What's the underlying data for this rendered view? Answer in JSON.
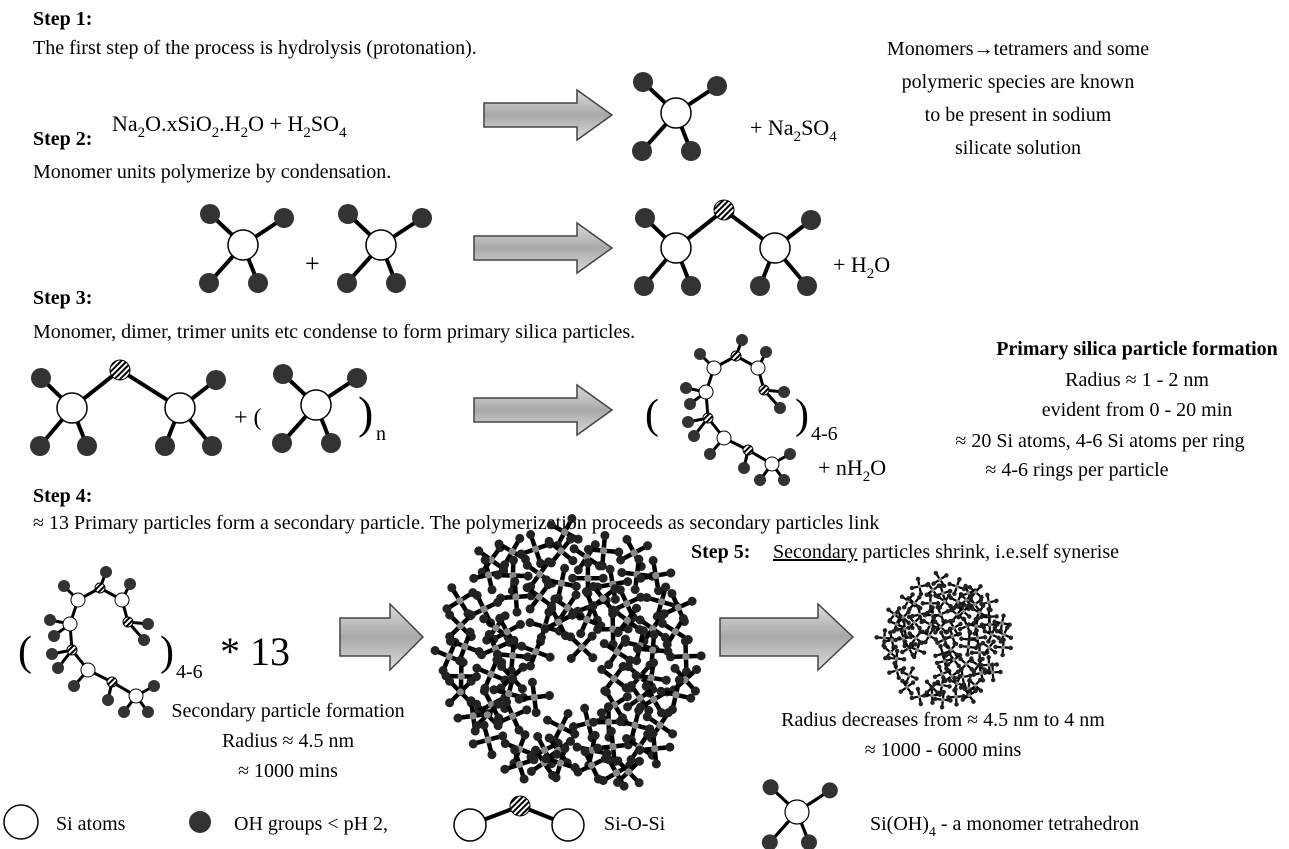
{
  "step1": {
    "heading": "Step 1:",
    "text": "The first step of the process is hydrolysis (protonation).",
    "equation": [
      "Na",
      "2",
      "O.xSiO",
      "2",
      ".H",
      "2",
      "O + H",
      "2",
      "SO",
      "4"
    ],
    "product": [
      "+ Na",
      "2",
      "SO",
      "4"
    ],
    "note": [
      "Monomers→tetramers and some",
      "polymeric species are known",
      "to be present in sodium",
      "silicate solution"
    ]
  },
  "step2": {
    "heading": "Step 2:",
    "text": "Monomer units polymerize by condensation.",
    "plus": "+",
    "product": [
      "+ H",
      "2",
      "O"
    ]
  },
  "step3": {
    "heading": "Step 3:",
    "text": "Monomer, dimer, trimer units etc condense to form primary silica particles.",
    "plus_paren": "+ (",
    "close_paren": ")",
    "n_sub": "n",
    "open_paren": "(",
    "ring_sub": "4-6",
    "water": [
      "+ nH",
      "2",
      "O"
    ],
    "info": {
      "title": "Primary silica particle formation",
      "lines": [
        "Radius  ≈ 1 - 2 nm",
        "evident from 0 - 20 min",
        "≈ 20 Si atoms,  4-6 Si atoms per ring",
        "≈ 4-6 rings per particle"
      ]
    }
  },
  "step4": {
    "heading": "Step 4:",
    "text": "≈ 13 Primary particles form a secondary particle. The polymerization proceeds as secondary particles link",
    "open_paren": "(",
    "ring_sub": "4-6",
    "multiplier": "* 13",
    "info": [
      "Secondary particle formation",
      "Radius ≈ 4.5 nm",
      "≈ 1000 mins"
    ]
  },
  "step5": {
    "heading": "Step 5:",
    "underlined": "Secondary",
    "rest": " particles shrink, i.e.self synerise",
    "info": [
      "Radius decreases from ≈ 4.5 nm to 4 nm",
      "≈ 1000 - 6000 mins"
    ]
  },
  "legend": {
    "si": "Si atoms",
    "oh": "OH groups < pH 2,",
    "siosi": "Si-O-Si",
    "monomer": [
      "Si(OH)",
      "4",
      " - a monomer tetrahedron"
    ]
  },
  "colors": {
    "ink": "#000000",
    "oh": "#333333",
    "arrow_fill": "#cccccc",
    "arrow_stroke": "#444444"
  }
}
